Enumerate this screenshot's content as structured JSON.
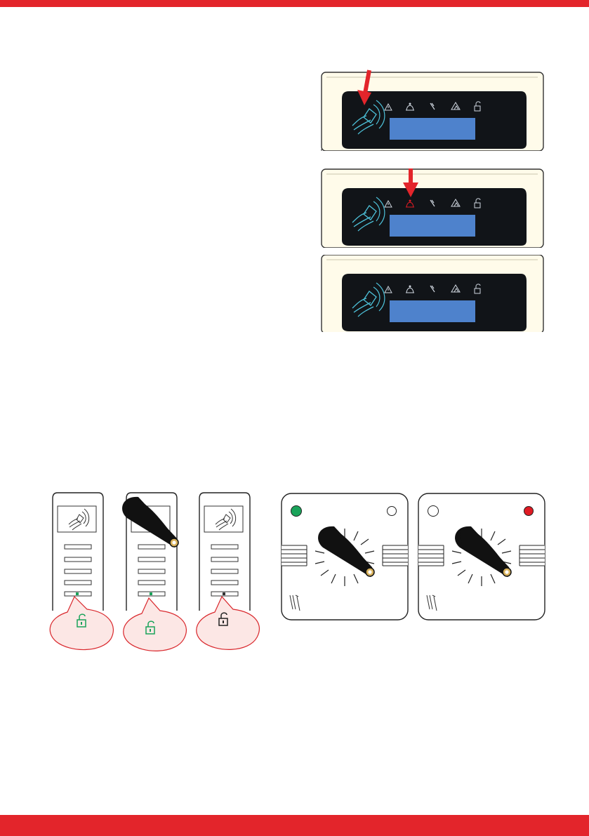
{
  "colors": {
    "brand_red": "#e3252b",
    "panel_cream": "#fffbea",
    "display_black": "#111418",
    "lcd_blue": "#4e82cc",
    "cyan_glow": "#4dc0d8",
    "led_green": "#1aa35a",
    "led_red": "#e01b24",
    "bubble_fill": "#fce7e5",
    "bubble_stroke": "#d9262b"
  },
  "keypads": [
    {
      "highlight": "prox-area",
      "arrow": true
    },
    {
      "highlight": "alarm-led",
      "arrow": true
    },
    {
      "highlight": "none",
      "arrow": false
    }
  ],
  "key_readers": [
    {
      "tag_present": false,
      "unlock_color": "green"
    },
    {
      "tag_present": true,
      "unlock_color": "green"
    },
    {
      "tag_present": false,
      "unlock_color": "black"
    }
  ],
  "prox_readers": [
    {
      "left_led": "green",
      "right_led": "off"
    },
    {
      "left_led": "off",
      "right_led": "red"
    }
  ],
  "icons": [
    "prox-icon",
    "warning-icon",
    "alarm-bell-icon",
    "tamper-icon",
    "fault-icon",
    "unlock-icon"
  ]
}
